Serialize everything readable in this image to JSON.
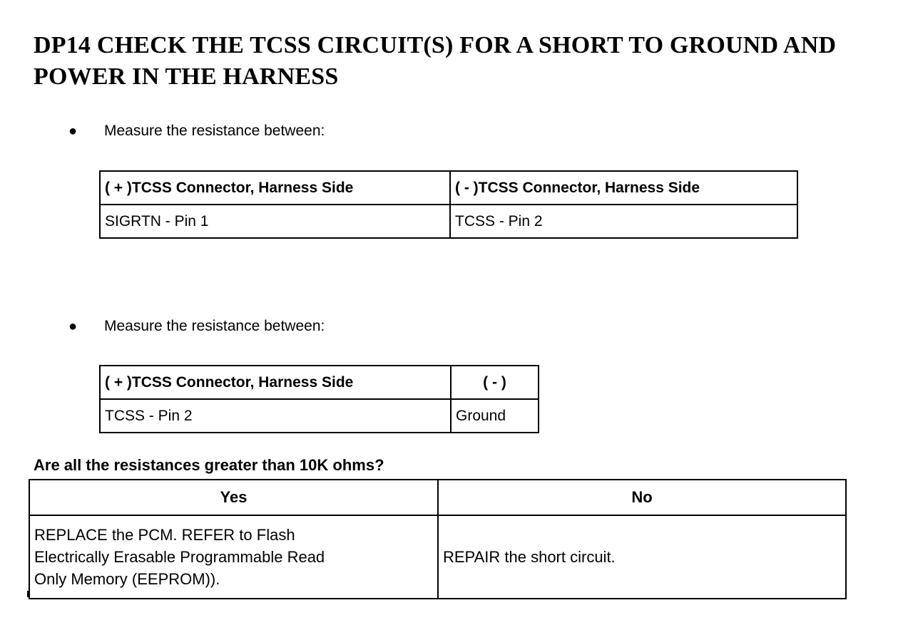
{
  "document": {
    "title": "DP14 CHECK THE TCSS CIRCUIT(S) FOR A SHORT TO GROUND AND POWER IN THE HARNESS"
  },
  "steps": [
    {
      "bullet": "●",
      "instruction": "Measure the resistance between:",
      "table": {
        "headers": [
          "( + )TCSS Connector, Harness Side",
          "( - )TCSS Connector, Harness Side"
        ],
        "rows": [
          [
            "SIGRTN - Pin 1",
            "TCSS - Pin 2"
          ]
        ]
      }
    },
    {
      "bullet": "●",
      "instruction": "Measure the resistance between:",
      "table": {
        "headers": [
          "( + )TCSS Connector, Harness Side",
          "( - )"
        ],
        "rows": [
          [
            "TCSS - Pin 2",
            "Ground"
          ]
        ]
      }
    }
  ],
  "decision": {
    "question": "Are all the resistances greater than 10K ohms?",
    "headers": [
      "Yes",
      "No"
    ],
    "answers": {
      "yes_line1": "REPLACE the PCM. REFER to Flash",
      "yes_line2": "Electrically Erasable Programmable Read",
      "yes_line3": "Only Memory (EEPROM)).",
      "no": "REPAIR the short circuit."
    }
  },
  "colors": {
    "text": "#000000",
    "background": "#ffffff",
    "rule": "#000000"
  }
}
